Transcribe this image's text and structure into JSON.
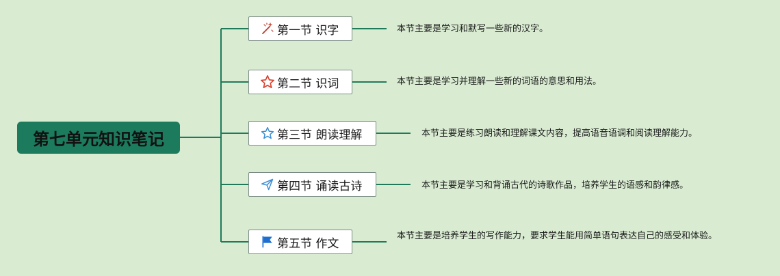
{
  "root": {
    "title": "第七单元知识笔记"
  },
  "sections": [
    {
      "label": "第一节 识字",
      "icon": "magic-wand-icon",
      "description": "本节主要是学习和默写一些新的汉字。"
    },
    {
      "label": "第二节 识词",
      "icon": "star-outline-red-icon",
      "description": "本节主要是学习并理解一些新的词语的意思和用法。"
    },
    {
      "label": "第三节 朗读理解",
      "icon": "star-outline-blue-icon",
      "description": "本节主要是练习朗读和理解课文内容，提高语音语调和阅读理解能力。"
    },
    {
      "label": "第四节 诵读古诗",
      "icon": "paper-plane-icon",
      "description": "本节主要是学习和背诵古代的诗歌作品，培养学生的语感和韵律感。"
    },
    {
      "label": "第五节 作文",
      "icon": "flag-icon",
      "description": "本节主要是培养学生的写作能力，要求学生能用简单语句表达自己的感受和体验。"
    }
  ],
  "colors": {
    "background": "#d9ecd2",
    "root_fill": "#1c7a5d",
    "connector": "#1f7a5a",
    "node_border": "#7a8a84"
  }
}
